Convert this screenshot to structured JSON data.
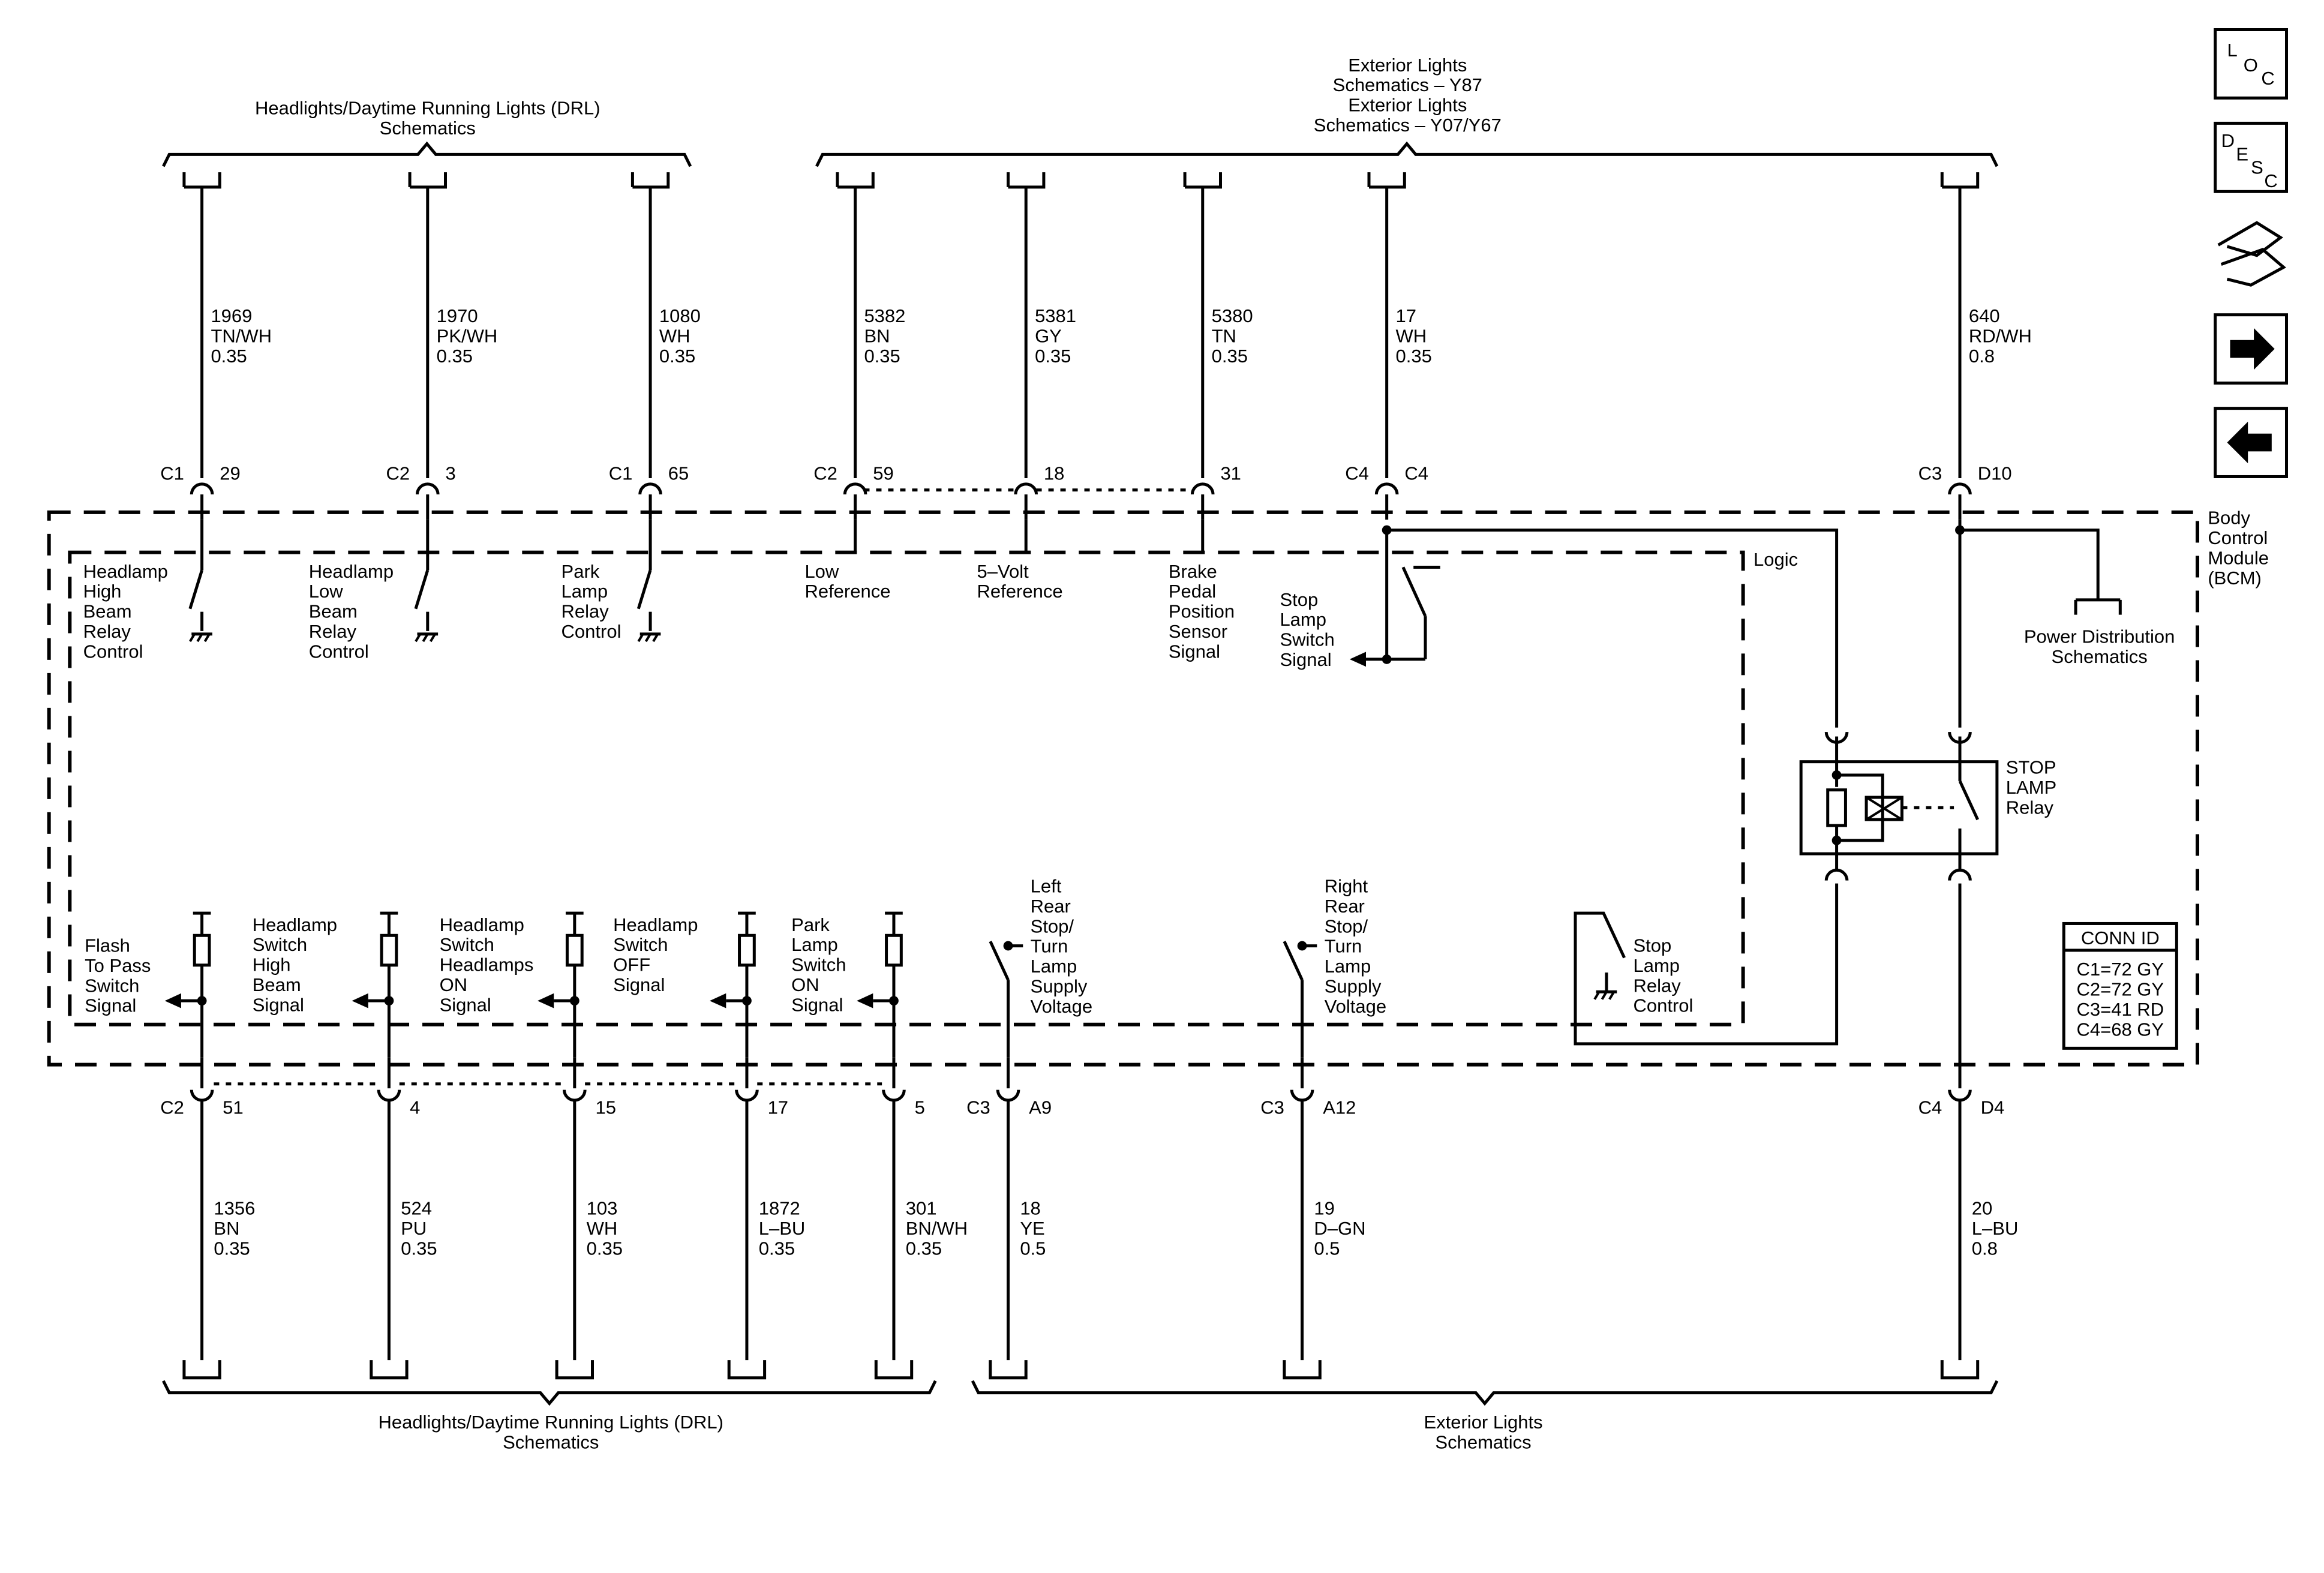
{
  "top_groups": [
    {
      "lines": [
        "Headlights/Daytime Running Lights (DRL)",
        "Schematics"
      ]
    },
    {
      "lines": [
        "Exterior Lights",
        "Schematics – Y87",
        "Exterior Lights",
        "Schematics – Y07/Y67"
      ]
    }
  ],
  "bottom_groups": [
    {
      "lines": [
        "Headlights/Daytime Running Lights (DRL)",
        "Schematics"
      ]
    },
    {
      "lines": [
        "Exterior Lights",
        "Schematics"
      ]
    }
  ],
  "top_wires": [
    {
      "circuit": "1969",
      "color": "TN/WH",
      "size": "0.35",
      "connector": "C1",
      "pin": "29",
      "function": [
        "Headlamp",
        "High",
        "Beam",
        "Relay",
        "Control"
      ]
    },
    {
      "circuit": "1970",
      "color": "PK/WH",
      "size": "0.35",
      "connector": "C2",
      "pin": "3",
      "function": [
        "Headlamp",
        "Low",
        "Beam",
        "Relay",
        "Control"
      ]
    },
    {
      "circuit": "1080",
      "color": "WH",
      "size": "0.35",
      "connector": "C1",
      "pin": "65",
      "function": [
        "Park",
        "Lamp",
        "Relay",
        "Control"
      ]
    },
    {
      "circuit": "5382",
      "color": "BN",
      "size": "0.35",
      "connector": "C2",
      "pin": "59",
      "function": [
        "Low",
        "Reference"
      ]
    },
    {
      "circuit": "5381",
      "color": "GY",
      "size": "0.35",
      "connector": "",
      "pin": "18",
      "function": [
        "5–Volt",
        "Reference"
      ]
    },
    {
      "circuit": "5380",
      "color": "TN",
      "size": "0.35",
      "connector": "",
      "pin": "31",
      "function": [
        "Brake",
        "Pedal",
        "Position",
        "Sensor",
        "Signal"
      ]
    },
    {
      "circuit": "17",
      "color": "WH",
      "size": "0.35",
      "connector": "C4",
      "pin": "C4",
      "function": [
        "Stop",
        "Lamp",
        "Switch",
        "Signal"
      ]
    },
    {
      "circuit": "640",
      "color": "RD/WH",
      "size": "0.8",
      "connector": "C3",
      "pin": "D10",
      "function": []
    }
  ],
  "bottom_wires": [
    {
      "circuit": "1356",
      "color": "BN",
      "size": "0.35",
      "connector": "C2",
      "pin": "51",
      "function": [
        "Flash",
        "To Pass",
        "Switch",
        "Signal"
      ]
    },
    {
      "circuit": "524",
      "color": "PU",
      "size": "0.35",
      "connector": "",
      "pin": "4",
      "function": [
        "Headlamp",
        "Switch",
        "High",
        "Beam",
        "Signal"
      ]
    },
    {
      "circuit": "103",
      "color": "WH",
      "size": "0.35",
      "connector": "",
      "pin": "15",
      "function": [
        "Headlamp",
        "Switch",
        "Headlamps",
        "ON",
        "Signal"
      ]
    },
    {
      "circuit": "1872",
      "color": "L–BU",
      "size": "0.35",
      "connector": "",
      "pin": "17",
      "function": [
        "Headlamp",
        "Switch",
        "OFF",
        "Signal"
      ]
    },
    {
      "circuit": "301",
      "color": "BN/WH",
      "size": "0.35",
      "connector": "",
      "pin": "5",
      "function": [
        "Park",
        "Lamp",
        "Switch",
        "ON",
        "Signal"
      ]
    },
    {
      "circuit": "18",
      "color": "YE",
      "size": "0.5",
      "connector": "C3",
      "pin": "A9",
      "function": [
        "Left",
        "Rear",
        "Stop/",
        "Turn",
        "Lamp",
        "Supply",
        "Voltage"
      ]
    },
    {
      "circuit": "19",
      "color": "D–GN",
      "size": "0.5",
      "connector": "C3",
      "pin": "A12",
      "function": [
        "Right",
        "Rear",
        "Stop/",
        "Turn",
        "Lamp",
        "Supply",
        "Voltage"
      ]
    },
    {
      "circuit": "20",
      "color": "L–BU",
      "size": "0.8",
      "connector": "C4",
      "pin": "D4",
      "function": []
    }
  ],
  "module": {
    "lines": [
      "Body",
      "Control",
      "Module",
      "(BCM)"
    ]
  },
  "logic_label": "Logic",
  "power_distribution": [
    "Power Distribution",
    "Schematics"
  ],
  "stop_lamp_relay": [
    "STOP",
    "LAMP",
    "Relay"
  ],
  "stop_lamp_relay_control": [
    "Stop",
    "Lamp",
    "Relay",
    "Control"
  ],
  "conn_id": {
    "title": "CONN ID",
    "rows": [
      "C1=72 GY",
      "C2=72 GY",
      "C3=41 RD",
      "C4=68 GY"
    ]
  },
  "nav": {
    "loc": [
      "L",
      "O",
      "C"
    ],
    "desc": [
      "D",
      "E",
      "S",
      "C"
    ],
    "icons": [
      "connector-swap-icon",
      "arrow-right-icon",
      "arrow-left-icon"
    ]
  }
}
